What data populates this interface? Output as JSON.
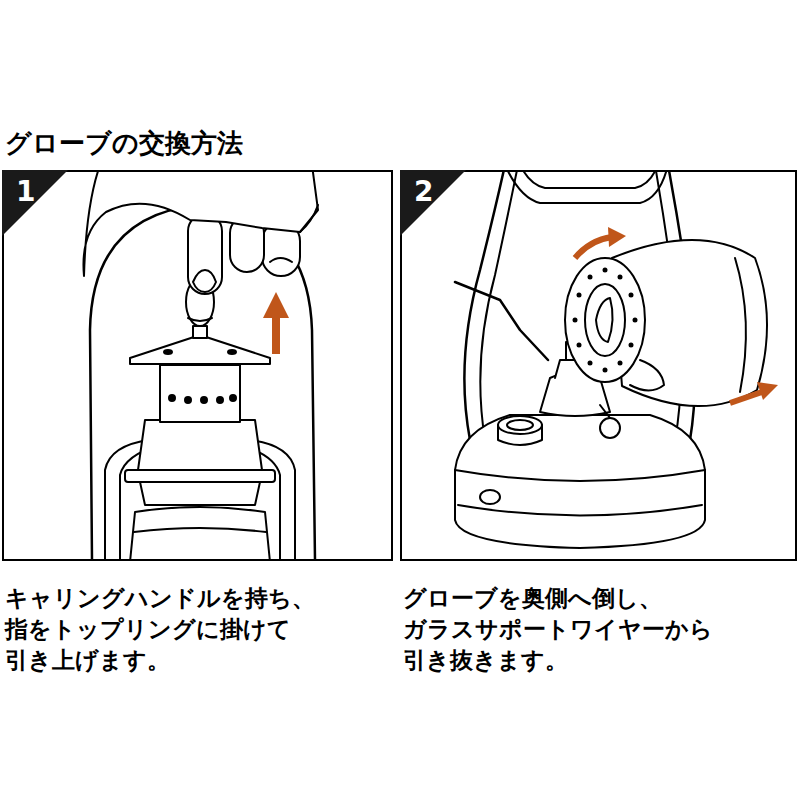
{
  "diagram": {
    "title": "グローブの交換方法",
    "nodes": [
      {
        "text": [
          "1"
        ]
      },
      {
        "text": [
          "2"
        ]
      }
    ],
    "labels": [
      "キャリングハンドルを持ち、 指をトップリングに掛けて 引き上げます。",
      "グローブを奥側へ倒し、 ガラスサポートワイヤーから 引き抜きます。"
    ]
  }
}
